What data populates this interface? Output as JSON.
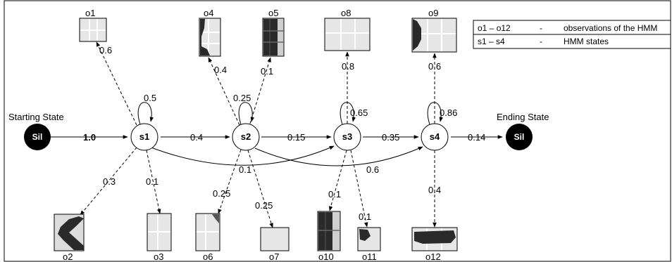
{
  "legend": {
    "rows": [
      {
        "term": "o1 – o12",
        "dash": "-",
        "desc": "observations of the HMM"
      },
      {
        "term": "s1 – s4",
        "dash": "-",
        "desc": "HMM states"
      }
    ]
  },
  "silence_nodes": {
    "start": {
      "caption": "Starting State",
      "label": "Sil"
    },
    "end": {
      "caption": "Ending State",
      "label": "Sil"
    }
  },
  "states": [
    {
      "id": "s1",
      "label": "s1"
    },
    {
      "id": "s2",
      "label": "s2"
    },
    {
      "id": "s3",
      "label": "s3"
    },
    {
      "id": "s4",
      "label": "s4"
    }
  ],
  "transitions": {
    "start_to_s1": "1.0",
    "s1_self": "0.5",
    "s2_self": "0.25",
    "s3_self": "0.65",
    "s4_self": "0.86",
    "s1_to_s2": "0.4",
    "s2_to_s3": "0.15",
    "s3_to_s4": "0.35",
    "s4_to_end": "0.14",
    "s1_to_s3": "0.1",
    "s2_to_s4": "0.6"
  },
  "observations": [
    {
      "id": "o1",
      "label": "o1",
      "from": "s1",
      "prob": "0.6"
    },
    {
      "id": "o2",
      "label": "o2",
      "from": "s1",
      "prob": "0.3"
    },
    {
      "id": "o3",
      "label": "o3",
      "from": "s1",
      "prob": "0.1"
    },
    {
      "id": "o4",
      "label": "o4",
      "from": "s2",
      "prob": "0.4"
    },
    {
      "id": "o5",
      "label": "o5",
      "from": "s2",
      "prob": "0.1"
    },
    {
      "id": "o6",
      "label": "o6",
      "from": "s2",
      "prob": "0.25"
    },
    {
      "id": "o7",
      "label": "o7",
      "from": "s2",
      "prob": "0.25"
    },
    {
      "id": "o8",
      "label": "o8",
      "from": "s3",
      "prob": "0.8"
    },
    {
      "id": "o10",
      "label": "o10",
      "from": "s3",
      "prob": "0.1"
    },
    {
      "id": "o11",
      "label": "o11",
      "from": "s3",
      "prob": "0.1"
    },
    {
      "id": "o9",
      "label": "o9",
      "from": "s4",
      "prob": "0.6"
    },
    {
      "id": "o12",
      "label": "o12",
      "from": "s4",
      "prob": "0.4"
    }
  ],
  "colors": {
    "tile_bg": "#e6e6e6",
    "tile_grid": "#ffffff",
    "ink": "#222222",
    "node_fill": "#ffffff",
    "sil_fill": "#000000"
  }
}
